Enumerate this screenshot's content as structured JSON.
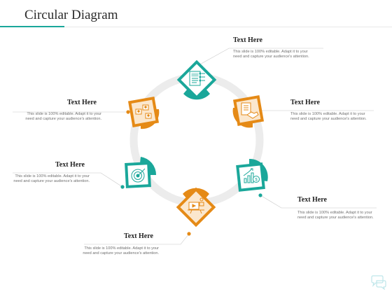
{
  "slide": {
    "title": "Circular Diagram"
  },
  "colors": {
    "teal": "#1aa79a",
    "orange": "#e58a16",
    "ring": "#ececec",
    "line": "#c8c8c8"
  },
  "items": [
    {
      "heading": "Text Here",
      "body": "This slide is 100% editable. Adapt it to your need and capture your audience's attention.",
      "icon": "document-checklist-icon",
      "color": "teal"
    },
    {
      "heading": "Text Here",
      "body": "This slide is 100% editable. Adapt it to your need and capture your audience's attention.",
      "icon": "contract-handshake-icon",
      "color": "orange"
    },
    {
      "heading": "Text Here",
      "body": "This slide is 100% editable. Adapt it to your need and capture your audience's attention.",
      "icon": "growth-chart-dollar-icon",
      "color": "teal"
    },
    {
      "heading": "Text Here",
      "body": "This slide is 100% editable. Adapt it to your need and capture your audience's attention.",
      "icon": "presentation-board-icon",
      "color": "orange"
    },
    {
      "heading": "Text Here",
      "body": "This slide is 100% editable. Adapt it to your need and capture your audience's attention.",
      "icon": "target-icon",
      "color": "teal"
    },
    {
      "heading": "Text Here",
      "body": "This slide is 100% editable. Adapt it to your need and capture your audience's attention.",
      "icon": "team-network-icon",
      "color": "orange"
    }
  ]
}
